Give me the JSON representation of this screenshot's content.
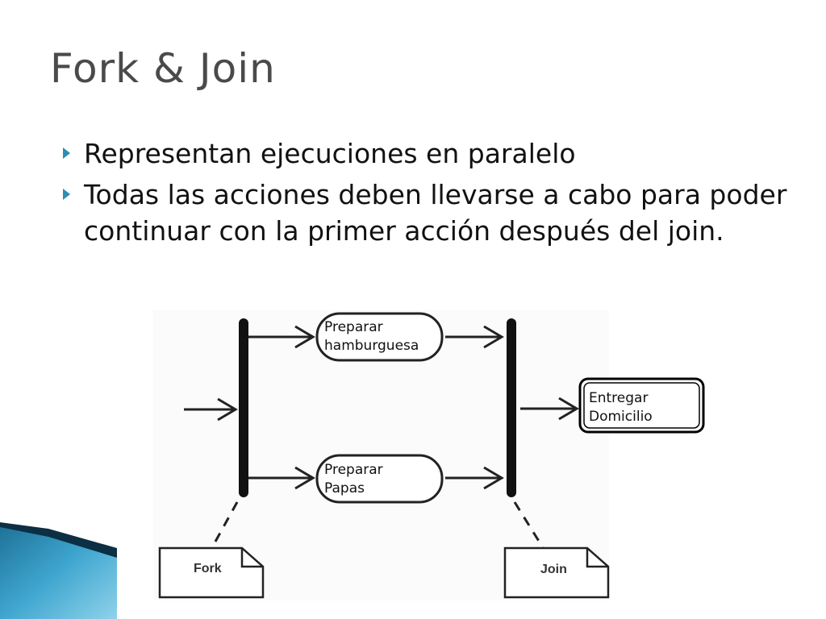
{
  "slide": {
    "title": "Fork & Join",
    "bullets": [
      "Representan ejecuciones en paralelo",
      "Todas las acciones deben llevarse a cabo para poder continuar con la primer acción después del join."
    ],
    "accent_color": "#2a8fb3"
  },
  "diagram": {
    "actions": {
      "hamburguesa": {
        "line1": "Preparar",
        "line2": "hamburguesa"
      },
      "papas": {
        "line1": "Preparar",
        "line2": "Papas"
      },
      "entregar": {
        "line1": "Entregar",
        "line2": "Domicilio"
      }
    },
    "notes": {
      "fork": "Fork",
      "join": "Join"
    }
  }
}
